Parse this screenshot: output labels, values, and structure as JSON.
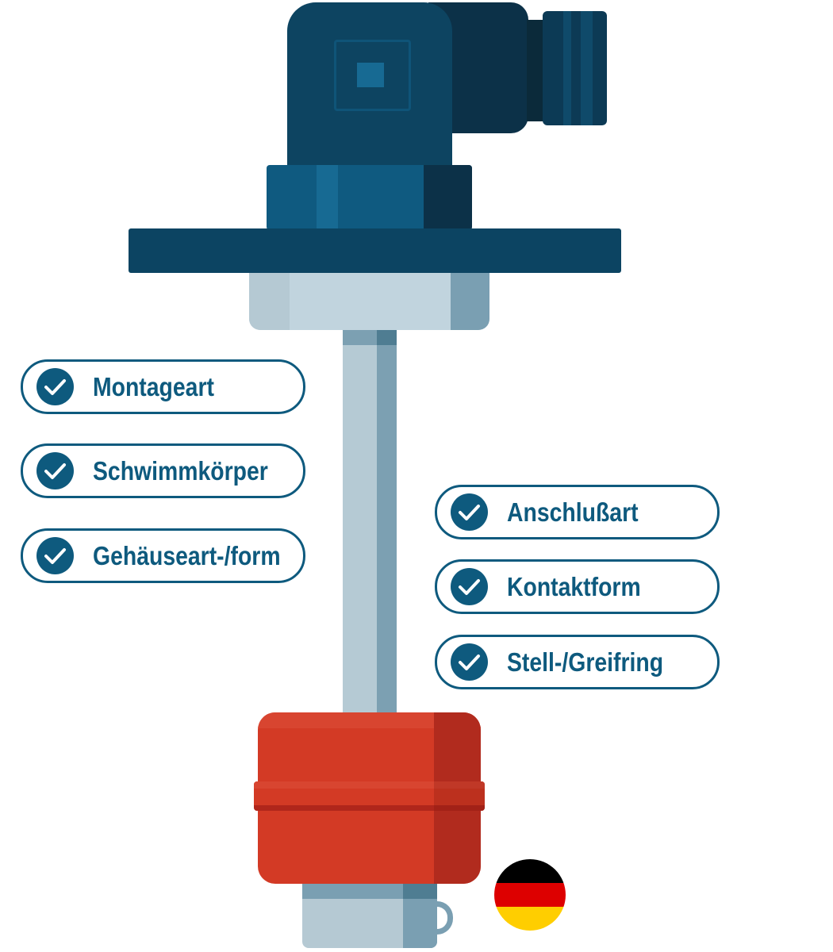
{
  "features_left": [
    {
      "label": "Montageart",
      "icon": "check-icon"
    },
    {
      "label": "Schwimmkörper",
      "icon": "check-icon"
    },
    {
      "label": "Gehäuseart-/form",
      "icon": "check-icon"
    }
  ],
  "features_right": [
    {
      "label": "Anschlußart",
      "icon": "check-icon"
    },
    {
      "label": "Kontaktform",
      "icon": "check-icon"
    },
    {
      "label": "Stell-/Greifring",
      "icon": "check-icon"
    }
  ],
  "colors": {
    "accent": "#0e5a7e",
    "housing": "#0d4461",
    "float": "#d33a25",
    "rod": "#b5cad4"
  },
  "flag": {
    "icon": "germany-flag-icon",
    "colors": [
      "#000000",
      "#dd0000",
      "#ffce00"
    ]
  }
}
